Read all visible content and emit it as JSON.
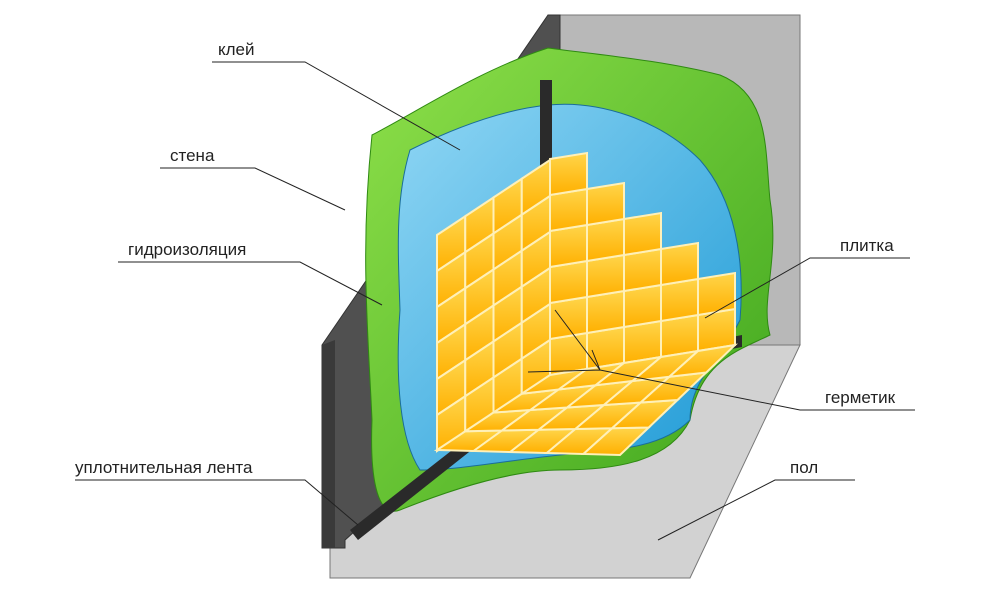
{
  "title": "Waterproofing layers diagram",
  "labels": {
    "glue": "клей",
    "wall": "стена",
    "waterproofing": "гидроизоляция",
    "tile": "плитка",
    "sealant": "герметик",
    "sealing_tape": "уплотнительная лента",
    "floor": "пол"
  },
  "colors": {
    "wall_dark": "#555555",
    "wall_light": "#b8b8b8",
    "floor": "#cfcfcf",
    "green": "#5cbf2a",
    "blue": "#3aaee0",
    "tile": "#ffc21a",
    "grout": "#ffe9a8"
  }
}
